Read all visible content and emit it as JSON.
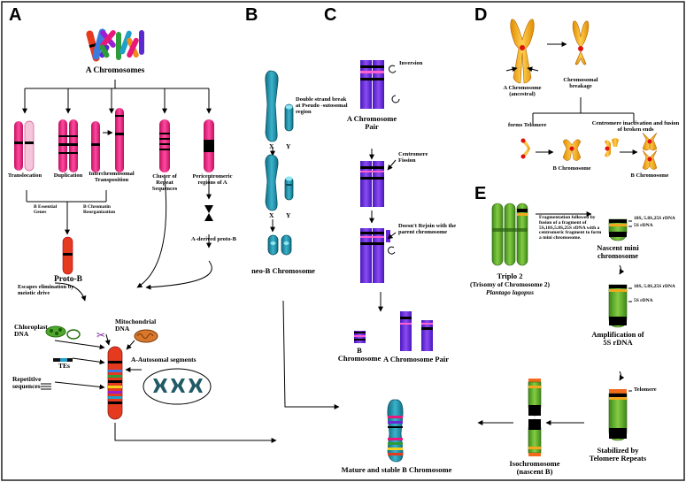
{
  "panels": {
    "a": {
      "letter": "A",
      "title": "A Chromosomes",
      "branches": [
        "Translocation",
        "Duplication",
        "Interchromosomal Transposition",
        "Cluster of Repeat Sequences",
        "Pericentromeric regions of A"
      ],
      "essential_genes": "B Essential Genes",
      "chromatin_reorganization": "B Chromatin Reorganization",
      "proto_b": "Proto-B",
      "a_derived_proto_b": "A-derived proto-B",
      "escapes": "Escapes elimination by meiotic drive",
      "chloroplast_dna": "Chloroplast DNA",
      "mitochondrial_dna": "Mitochondrial DNA",
      "autosomal_segments": "A-Autosomal segments",
      "tes": "TEs",
      "repetitive_sequences": "Repetitive sequences"
    },
    "b": {
      "letter": "B",
      "dsb": "Double strand break at Pseudo -sutosomal region",
      "x": "X",
      "y": "Y",
      "neo_b": "neo-B Chromosome"
    },
    "c": {
      "letter": "C",
      "inversion": "Inversion",
      "pair": "A Chromosome Pair",
      "centromere_fission": "Centromere Fission",
      "no_rejoin": "Doesn't Rejoin with the parent chromosome",
      "b_chromosome": "B Chromosome",
      "a_pair": "A Chromosome Pair",
      "mature": "Mature and stable B Chromosome"
    },
    "d": {
      "letter": "D",
      "ancestral": "A Chromosome (ancestral)",
      "breakage": "Chromosomal breakage",
      "forms_telomere": "forms Telomere",
      "centromere_inactivation": "Centromere inactivation and fusion of broken ends",
      "b_left": "B Chromosome",
      "b_right": "B Chromosome"
    },
    "e": {
      "letter": "E",
      "fragmentation": "Fragmentation followed by fusion of a fragment of 5S,18S,5.8S,25S rDNA with a centromeric fragment to form a mini chromosome.",
      "triplo": "Triplo 2",
      "trisomy": "(Trisomy of Chromosome 2)",
      "species": "Plantago lagopus",
      "rdna_18s": "18S, 5.8S,25S rDNA",
      "rdna_5s": "5S rDNA",
      "nascent_mini": "Nascent mini chromosome",
      "amp_18s": "18S, 5.8S,25S rDNA",
      "amp_5s": "5S rDNA",
      "amplification": "Amplification of 5S rDNA",
      "telomere": "Telomere",
      "stabilized": "Stabilized by Telomere Repeats",
      "isochromosome": "Isochromosome (nascent B)"
    }
  },
  "colors": {
    "pink": "#e8187a",
    "teal": "#1f8fa6",
    "purple": "#6a28d8",
    "green": "#5caa2a",
    "red": "#e53a1e",
    "orange": "#f2a81c",
    "black": "#111111"
  }
}
